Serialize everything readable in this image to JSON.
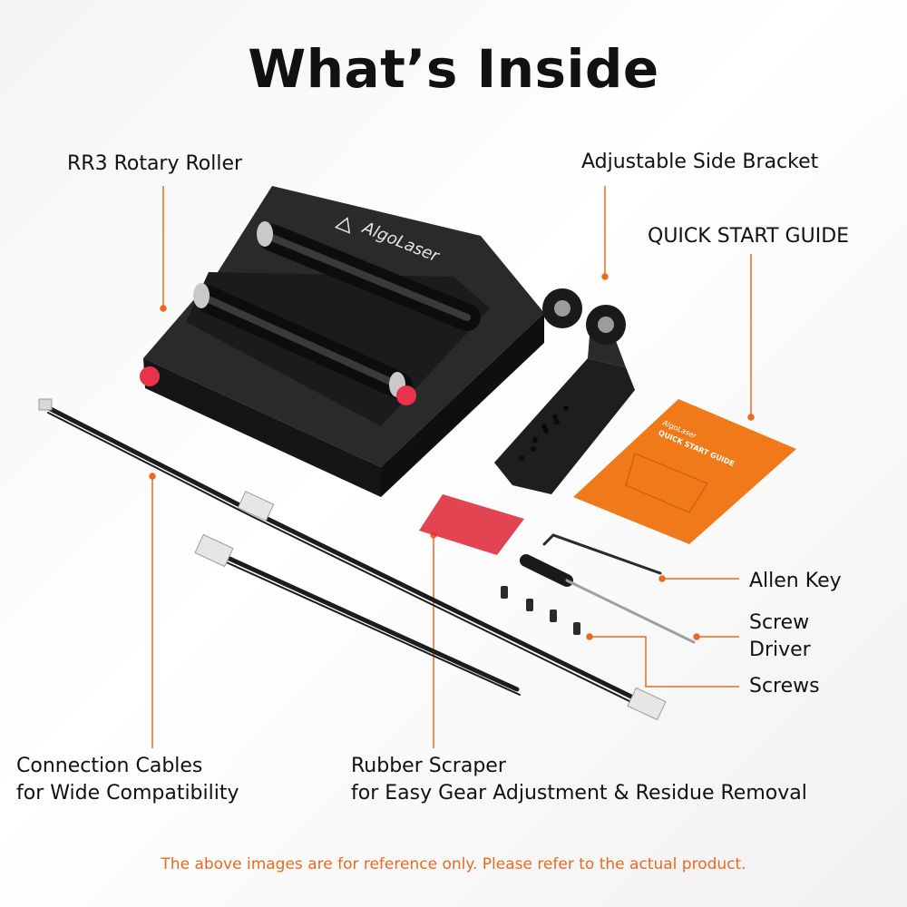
{
  "title": "What’s Inside",
  "labels": {
    "rotary": "RR3 Rotary Roller",
    "bracket": "Adjustable Side Bracket",
    "guide": "QUICK START GUIDE",
    "allen": "Allen Key",
    "screwdriver_line1": "Screw",
    "screwdriver_line2": "Driver",
    "screws": "Screws",
    "cables_line1": "Connection Cables",
    "cables_line2": "for Wide Compatibility",
    "scraper_line1": "Rubber Scraper",
    "scraper_line2": "for Easy Gear Adjustment & Residue Removal"
  },
  "product": {
    "brand": "AlgoLaser",
    "guide_brand": "AlgoLaser",
    "guide_title": "QUICK START GUIDE"
  },
  "footnote": "The above images are for reference only. Please refer to the actual product.",
  "colors": {
    "accent": "#e86a1f",
    "device": "#1c1c1e",
    "knob": "#e8334a",
    "guide": "#f07a1a",
    "scraper": "#e0303f"
  }
}
